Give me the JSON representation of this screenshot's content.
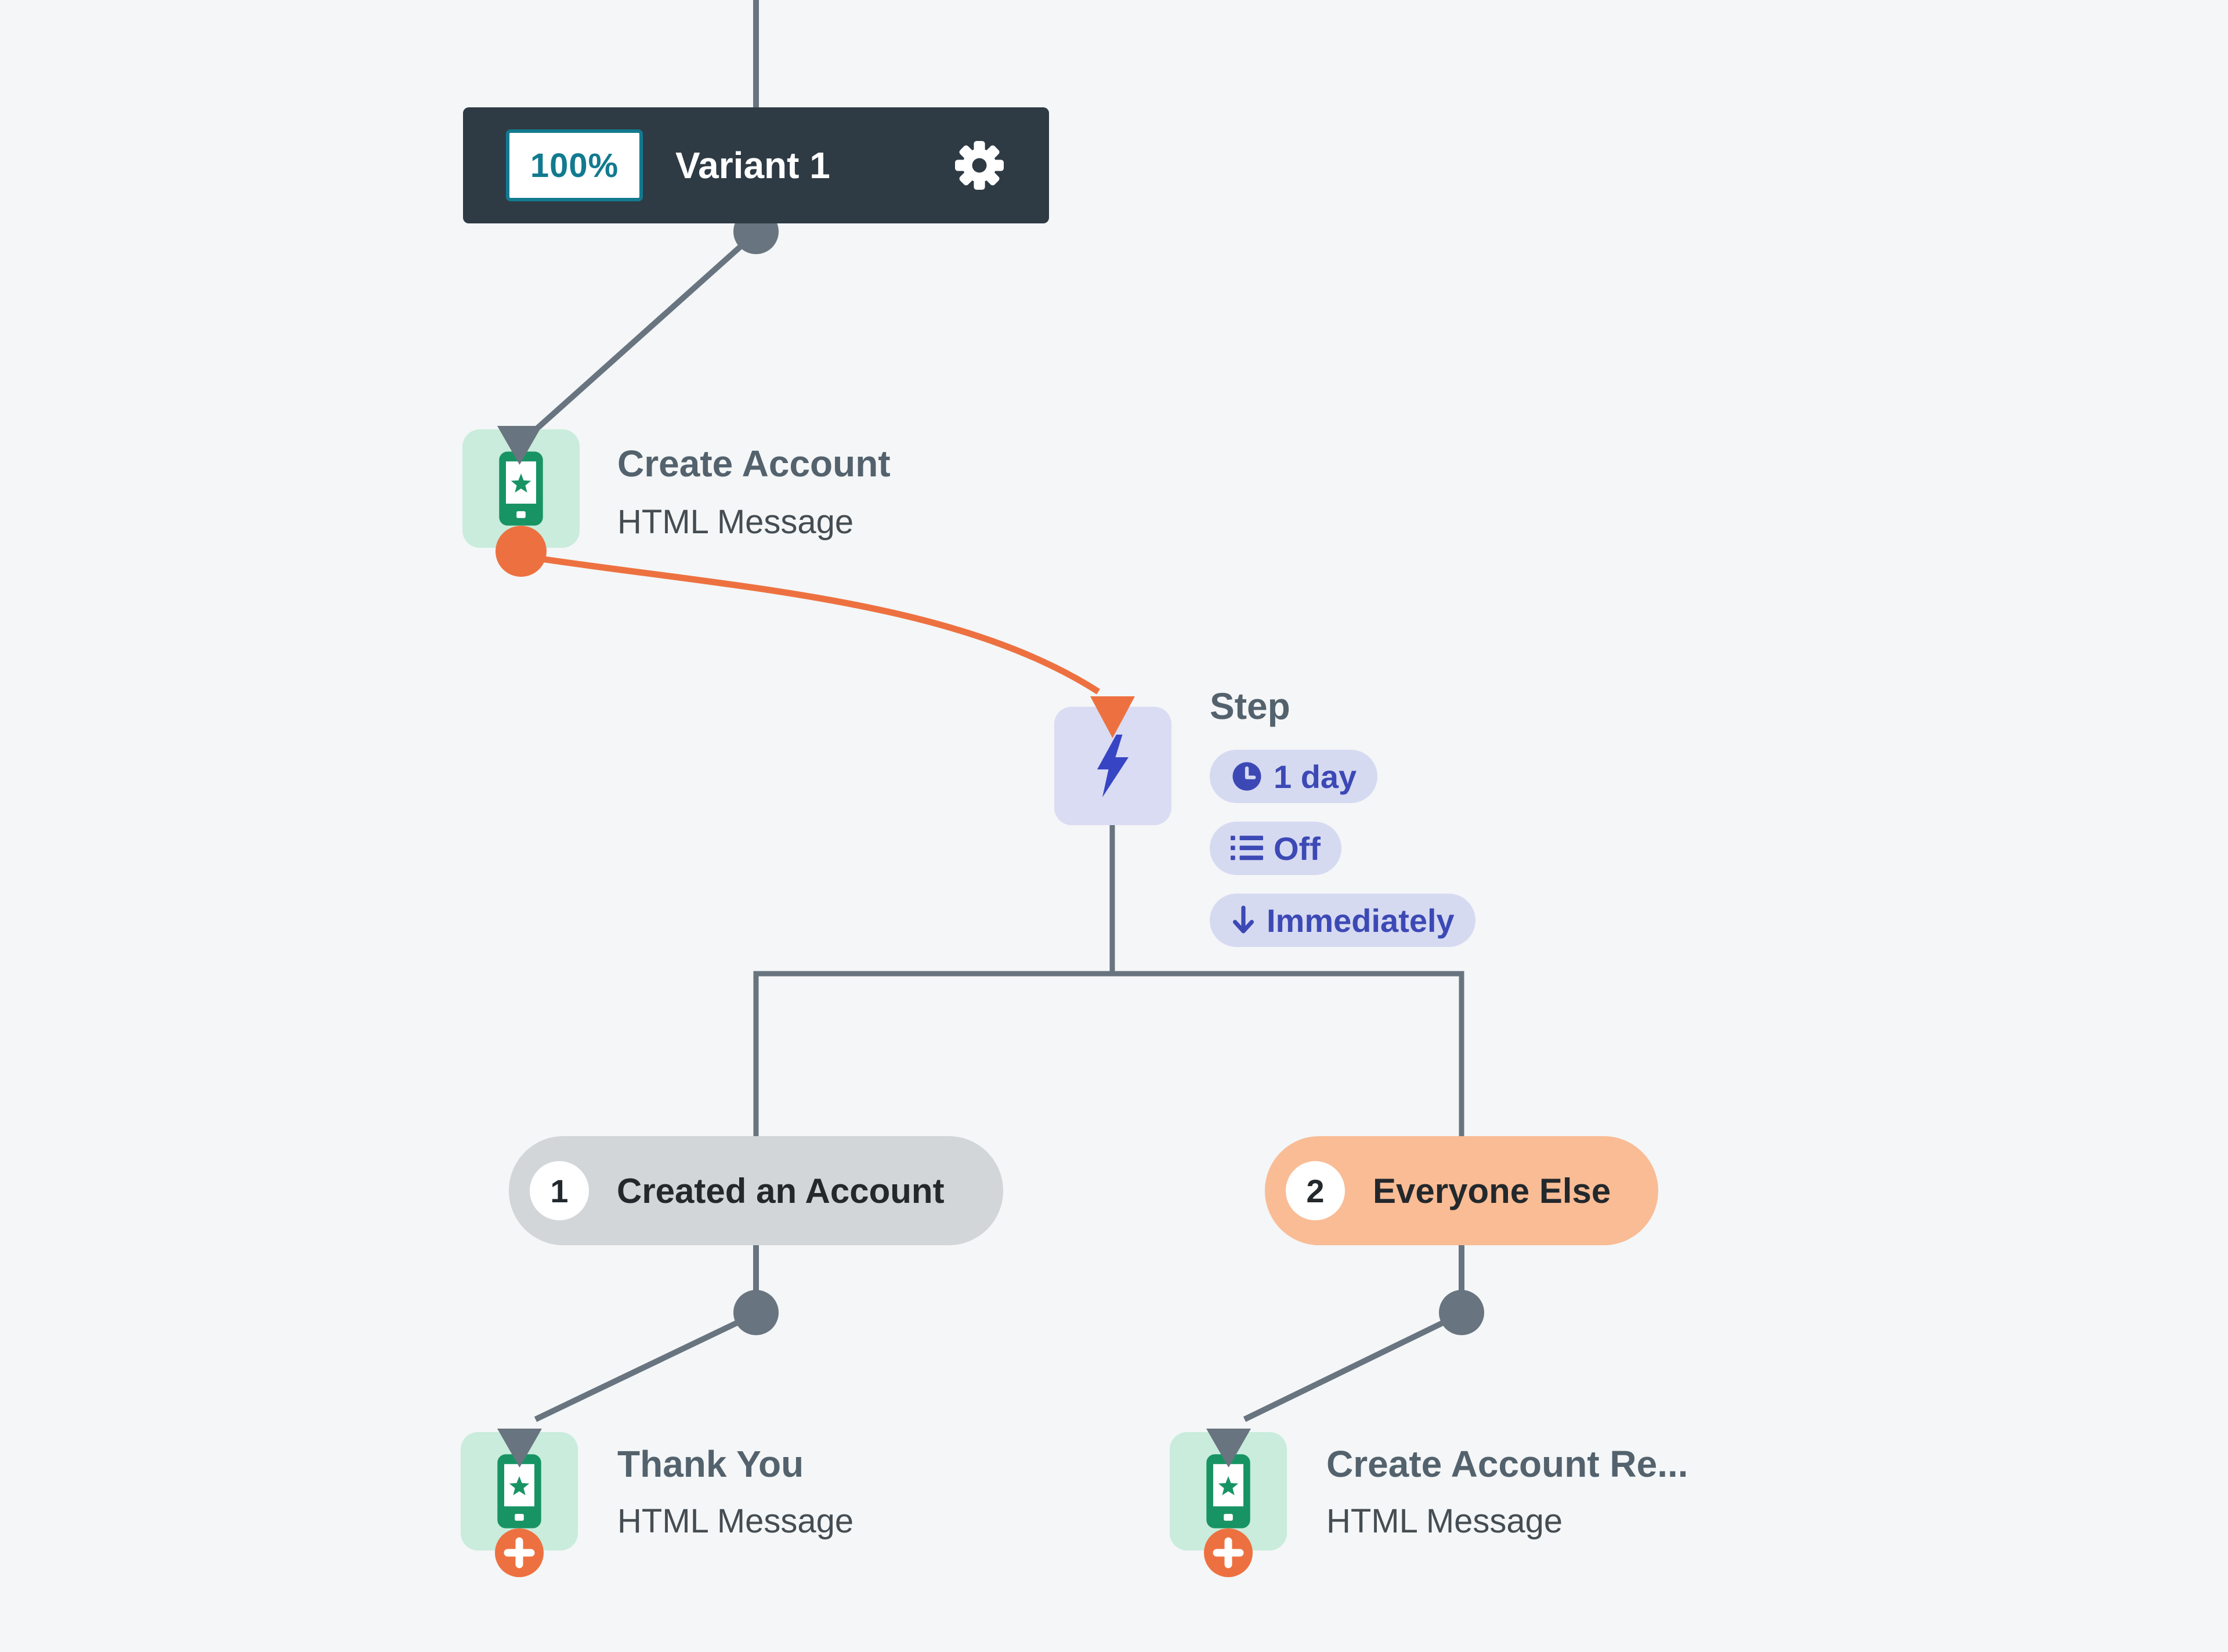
{
  "colors": {
    "canvas_bg": "#f4f6f7",
    "variant_bar_bg": "#2e3b45",
    "teal": "#127a90",
    "connector_gray": "#68747f",
    "orange": "#ed7140",
    "mint": "#c9ecdc",
    "message_green": "#189464",
    "step_box_bg": "#d9dcf2",
    "step_chip_bg": "#d6daf1",
    "indigo": "#3c49b5",
    "bolt_indigo": "#3745c4",
    "branch_gray_bg": "#d2d6d9",
    "branch_salmon_bg": "#f9bc95",
    "node_title": "#53626d",
    "node_subtitle": "#454d53",
    "branch_text": "#23282c"
  },
  "variant": {
    "percent": "100%",
    "name": "Variant 1",
    "settings_icon": "gear-icon"
  },
  "nodes": {
    "create_account": {
      "title": "Create Account",
      "subtitle": "HTML Message",
      "icon": "mobile-message-icon"
    },
    "step": {
      "title": "Step",
      "icon": "lightning-bolt-icon",
      "chips": [
        {
          "icon": "clock-icon",
          "label": "1 day"
        },
        {
          "icon": "numbered-list-icon",
          "label": "Off"
        },
        {
          "icon": "arrow-down-icon",
          "label": "Immediately"
        }
      ]
    },
    "thank_you": {
      "title": "Thank You",
      "subtitle": "HTML Message",
      "icon": "mobile-message-icon"
    },
    "create_account_reminder": {
      "title": "Create Account Re...",
      "subtitle": "HTML Message",
      "icon": "mobile-message-icon"
    }
  },
  "branches": [
    {
      "number": "1",
      "label": "Created an Account"
    },
    {
      "number": "2",
      "label": "Everyone Else"
    }
  ]
}
